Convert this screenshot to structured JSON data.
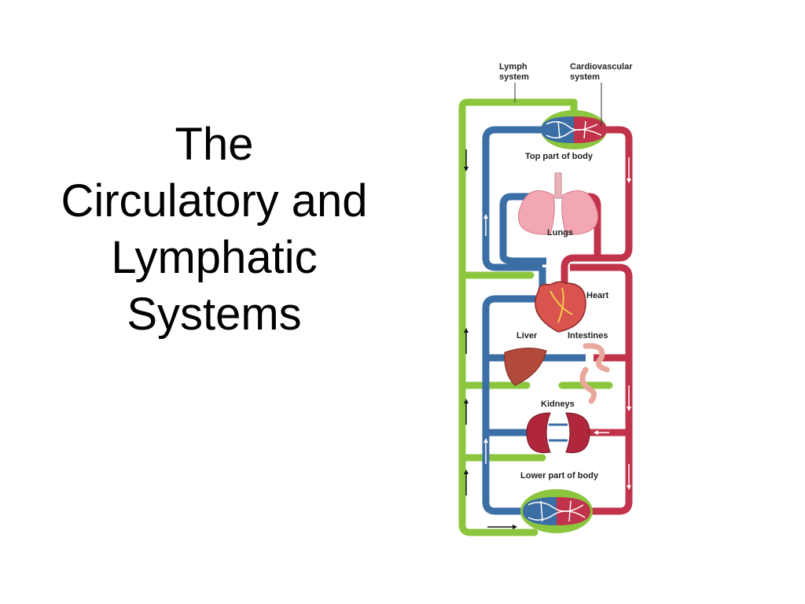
{
  "slide": {
    "title_lines": [
      "The",
      "Circulatory and",
      "Lymphatic",
      "Systems"
    ]
  },
  "diagram": {
    "labels": {
      "lymph_system_1": "Lymph",
      "lymph_system_2": "system",
      "cardiovascular_1": "Cardiovascular",
      "cardiovascular_2": "system",
      "top_part": "Top part of body",
      "lungs": "Lungs",
      "heart": "Heart",
      "liver": "Liver",
      "intestines": "Intestines",
      "kidneys": "Kidneys",
      "lower_part": "Lower part of body"
    },
    "colors": {
      "lymph": "#8cc63f",
      "vein": "#3b6ea5",
      "artery": "#c0334a"
    }
  }
}
